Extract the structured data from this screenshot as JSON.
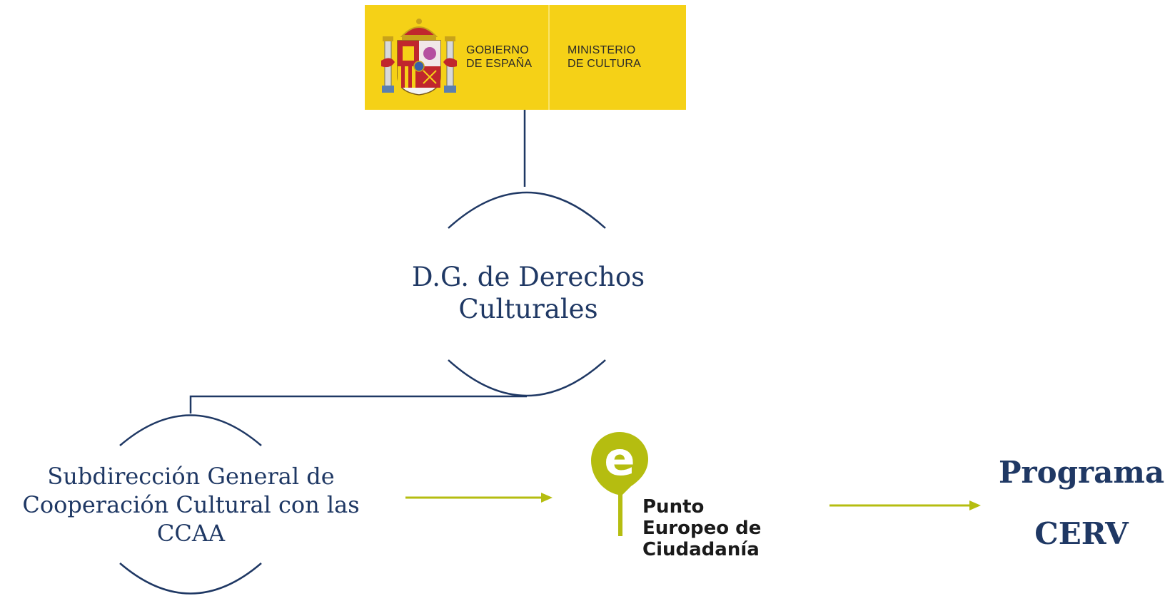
{
  "logo": {
    "government": [
      "GOBIERNO",
      "DE ESPAÑA"
    ],
    "ministry": [
      "MINISTERIO",
      "DE CULTURA"
    ],
    "background_color": "#f5d117"
  },
  "nodes": {
    "dg": [
      "D.G. de Derechos",
      "Culturales"
    ],
    "subdireccion": [
      "Subdirección General de",
      "Cooperación Cultural con las",
      "CCAA"
    ],
    "programa": [
      "Programa",
      "CERV"
    ]
  },
  "punto_europeo": {
    "icon": "e-map-pin-icon",
    "icon_letter": "e",
    "lines": [
      "Punto",
      "Europeo de",
      "Ciudadanía"
    ],
    "accent_color": "#b5bd10"
  },
  "colors": {
    "line": "#1f3864",
    "arrow": "#b5bd10",
    "text": "#1f3864"
  }
}
